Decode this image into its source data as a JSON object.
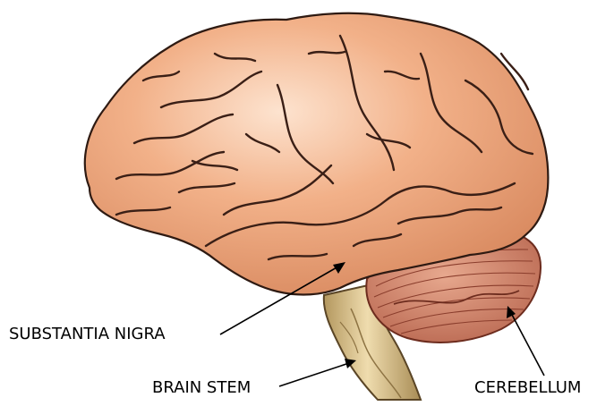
{
  "labels": {
    "substantia_nigra": "SUBSTANTIA NIGRA",
    "brain_stem": "BRAIN STEM",
    "cerebellum": "CEREBELLUM"
  },
  "colors": {
    "cerebrum_fill": "#efa67d",
    "cerebrum_highlight": "#f7c7a6",
    "cerebrum_shadow": "#c9724a",
    "sulcus_line": "#3a1f16",
    "cerebellum_fill": "#cf8067",
    "cerebellum_line": "#8a3d2c",
    "stem_fill": "#dcc28e",
    "stem_shadow": "#a88c55",
    "pointer": "#000000"
  }
}
